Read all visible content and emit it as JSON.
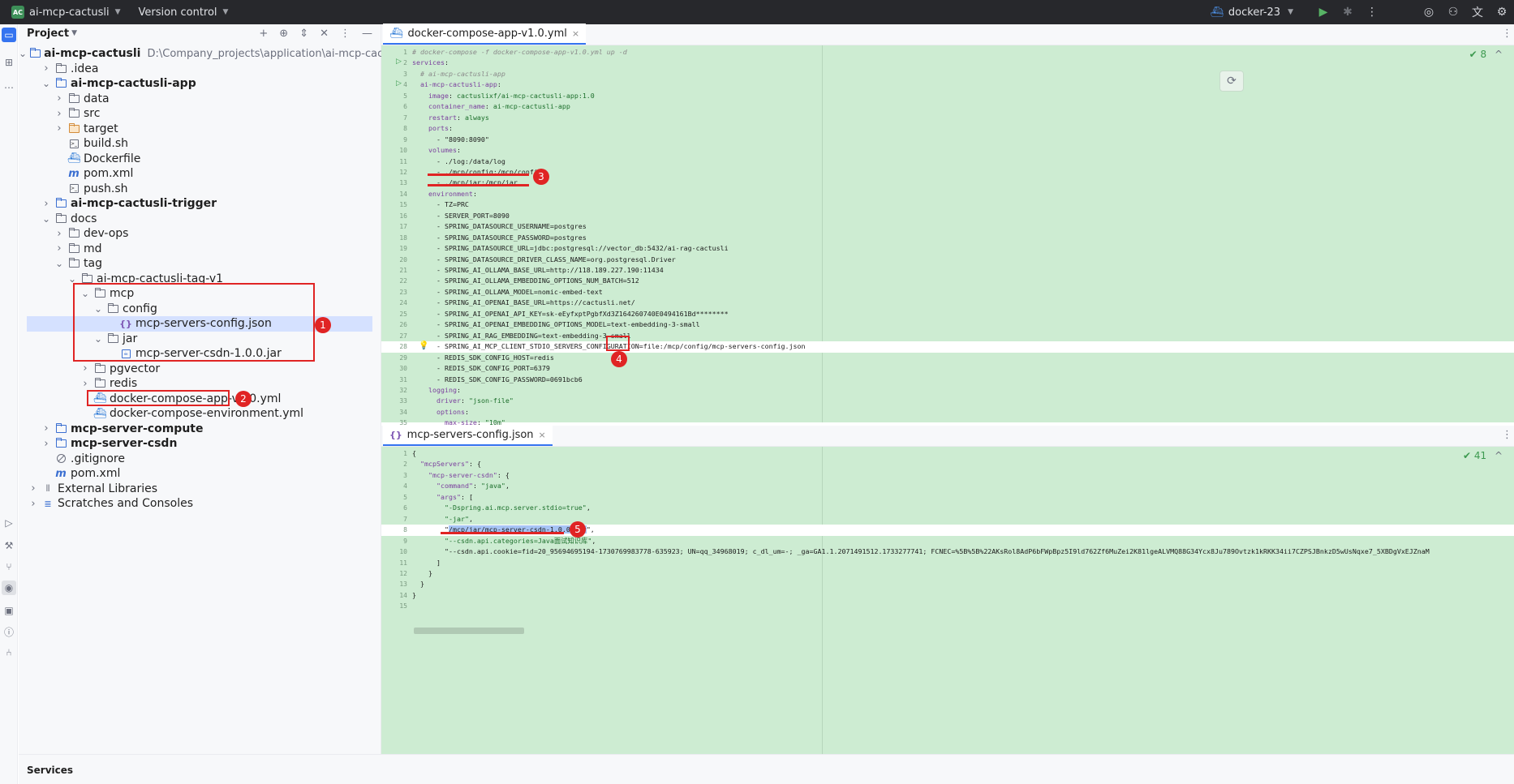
{
  "topbar": {
    "project_badge": "AC",
    "project_name": "ai-mcp-cactusli",
    "vcs_label": "Version control",
    "run_config": "docker-23",
    "icons": [
      "run-icon",
      "debug-icon",
      "more-icon",
      "ai-assistant-icon",
      "add-user-icon",
      "translate-icon",
      "settings-icon"
    ]
  },
  "project_panel": {
    "title": "Project",
    "tree": [
      {
        "label": "ai-mcp-cactusli",
        "extra": "D:\\Company_projects\\application\\ai-mcp-cactusli",
        "icon": "module-folder",
        "bold": true,
        "depth": 0,
        "expanded": true
      },
      {
        "label": ".idea",
        "icon": "folder",
        "depth": 1,
        "expanded": false
      },
      {
        "label": "ai-mcp-cactusli-app",
        "icon": "module-folder",
        "bold": true,
        "depth": 1,
        "expanded": true
      },
      {
        "label": "data",
        "icon": "folder",
        "depth": 2,
        "expanded": false
      },
      {
        "label": "src",
        "icon": "folder",
        "depth": 2,
        "expanded": false
      },
      {
        "label": "target",
        "icon": "orange-folder",
        "depth": 2,
        "expanded": false
      },
      {
        "label": "build.sh",
        "icon": "sh",
        "depth": 2
      },
      {
        "label": "Dockerfile",
        "icon": "docker",
        "depth": 2
      },
      {
        "label": "pom.xml",
        "icon": "maven",
        "depth": 2
      },
      {
        "label": "push.sh",
        "icon": "sh",
        "depth": 2
      },
      {
        "label": "ai-mcp-cactusli-trigger",
        "icon": "module-folder",
        "bold": true,
        "depth": 1,
        "expanded": false
      },
      {
        "label": "docs",
        "icon": "folder",
        "depth": 1,
        "expanded": true
      },
      {
        "label": "dev-ops",
        "icon": "folder",
        "depth": 2,
        "expanded": false
      },
      {
        "label": "md",
        "icon": "folder",
        "depth": 2,
        "expanded": false
      },
      {
        "label": "tag",
        "icon": "folder",
        "depth": 2,
        "expanded": true
      },
      {
        "label": "ai-mcp-cactusli-tag-v1",
        "icon": "folder",
        "depth": 3,
        "expanded": true
      },
      {
        "label": "mcp",
        "icon": "folder",
        "depth": 4,
        "expanded": true
      },
      {
        "label": "config",
        "icon": "folder",
        "depth": 5,
        "expanded": true
      },
      {
        "label": "mcp-servers-config.json",
        "icon": "json",
        "depth": 6,
        "selected": true
      },
      {
        "label": "jar",
        "icon": "folder",
        "depth": 5,
        "expanded": true
      },
      {
        "label": "mcp-server-csdn-1.0.0.jar",
        "icon": "jar",
        "depth": 6
      },
      {
        "label": "pgvector",
        "icon": "folder",
        "depth": 4,
        "expanded": false
      },
      {
        "label": "redis",
        "icon": "folder",
        "depth": 4,
        "expanded": false
      },
      {
        "label": "docker-compose-app-v1.0.yml",
        "icon": "docker",
        "depth": 4
      },
      {
        "label": "docker-compose-environment.yml",
        "icon": "docker",
        "depth": 4
      },
      {
        "label": "mcp-server-compute",
        "icon": "module-folder",
        "bold": true,
        "depth": 1,
        "expanded": false
      },
      {
        "label": "mcp-server-csdn",
        "icon": "module-folder",
        "bold": true,
        "depth": 1,
        "expanded": false
      },
      {
        "label": ".gitignore",
        "icon": "git",
        "depth": 1
      },
      {
        "label": "pom.xml",
        "icon": "maven",
        "depth": 1
      },
      {
        "label": "External Libraries",
        "icon": "libraries",
        "depth": 0,
        "expanded": false
      },
      {
        "label": "Scratches and Consoles",
        "icon": "scratches",
        "depth": 0,
        "expanded": false
      }
    ]
  },
  "annotations": [
    "1",
    "2",
    "3",
    "4",
    "5"
  ],
  "editor_top": {
    "tab_label": "docker-compose-app-v1.0.yml",
    "problems_count": "8",
    "lines": [
      "# docker-compose -f docker-compose-app-v1.0.yml up -d",
      "services:",
      "  # ai-mcp-cactusli-app",
      "  ai-mcp-cactusli-app:",
      "    image: cactuslixf/ai-mcp-cactusli-app:1.0",
      "    container_name: ai-mcp-cactusli-app",
      "    restart: always",
      "    ports:",
      "      - \"8090:8090\"",
      "    volumes:",
      "      - ./log:/data/log",
      "      - ./mcp/config:/mcp/config",
      "      - ./mcp/jar:/mcp/jar",
      "    environment:",
      "      - TZ=PRC",
      "      - SERVER_PORT=8090",
      "      - SPRING_DATASOURCE_USERNAME=postgres",
      "      - SPRING_DATASOURCE_PASSWORD=postgres",
      "      - SPRING_DATASOURCE_URL=jdbc:postgresql://vector_db:5432/ai-rag-cactusli",
      "      - SPRING_DATASOURCE_DRIVER_CLASS_NAME=org.postgresql.Driver",
      "      - SPRING_AI_OLLAMA_BASE_URL=http://118.189.227.190:11434",
      "      - SPRING_AI_OLLAMA_EMBEDDING_OPTIONS_NUM_BATCH=512",
      "      - SPRING_AI_OLLAMA_MODEL=nomic-embed-text",
      "      - SPRING_AI_OPENAI_BASE_URL=https://cactusli.net/",
      "      - SPRING_AI_OPENAI_API_KEY=sk-eEyfxptPgbfXd3Z164260740E0494161Bd********",
      "      - SPRING_AI_OPENAI_EMBEDDING_OPTIONS_MODEL=text-embedding-3-small",
      "      - SPRING_AI_RAG_EMBEDDING=text-embedding-3-small",
      "      - SPRING_AI_MCP_CLIENT_STDIO_SERVERS_CONFIGURATION=file:/mcp/config/mcp-servers-config.json",
      "      - REDIS_SDK_CONFIG_HOST=redis",
      "      - REDIS_SDK_CONFIG_PORT=6379",
      "      - REDIS_SDK_CONFIG_PASSWORD=0691bcb6",
      "    logging:",
      "      driver: \"json-file\"",
      "      options:",
      "        max-size: \"10m\""
    ]
  },
  "editor_bottom": {
    "tab_label": "mcp-servers-config.json",
    "problems_count": "41",
    "lines": [
      "{",
      "  \"mcpServers\": {",
      "    \"mcp-server-csdn\": {",
      "      \"command\": \"java\",",
      "      \"args\": [",
      "        \"-Dspring.ai.mcp.server.stdio=true\",",
      "        \"-jar\",",
      "        \"/mcp/jar/mcp-server-csdn-1.0.0.jar\",",
      "        \"--csdn.api.categories=Java面试知识库\",",
      "        \"--csdn.api.cookie=fid=20_95694695194-1730769983778-635923; UN=qq_34968019; c_dl_um=-; _ga=GA1.1.2071491512.1733277741; FCNEC=%5B%5B%22AKsRol8AdP6bFWpBpz5I9ld762Zf6MuZei2K81lgeALVMQ88G34Ycx8Ju789Ovtzk1kRKK34ii7CZPSJBnkzD5wUsNqxe7_5XBDgVxEJZnaM",
      "      ]",
      "    }",
      "  }",
      "}",
      ""
    ]
  },
  "services_label": "Services",
  "colors": {
    "accent": "#3574f0",
    "annotation": "#e02424",
    "editor_bg": "#cdecd2"
  }
}
